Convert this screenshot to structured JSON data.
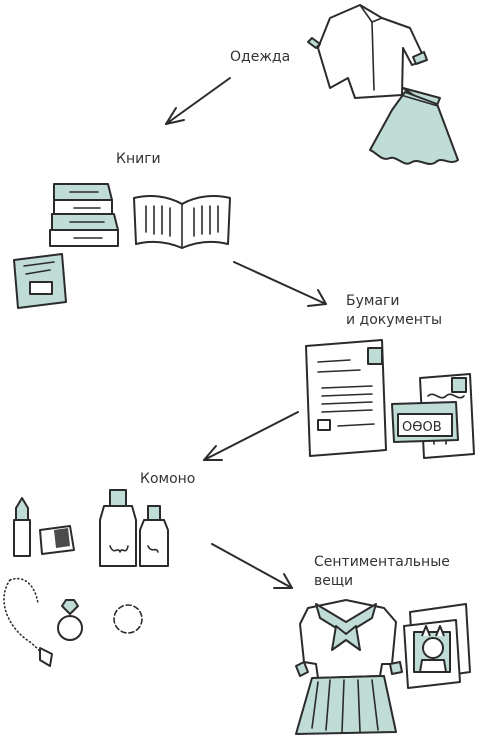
{
  "labels": {
    "clothes": "Одежда",
    "books": "Книги",
    "papers_line1": "Бумаги",
    "papers_line2": "и документы",
    "komono": "Комоно",
    "sentimental_line1": "Сентиментальные",
    "sentimental_line2": "вещи"
  },
  "colors": {
    "accent": "#bfdcd7",
    "ink": "#2b2b2b",
    "background": "#ffffff"
  },
  "icons": {
    "clothes": [
      "shirt-icon",
      "skirt-icon"
    ],
    "books": [
      "book-stack-icon",
      "open-book-icon",
      "magazine-icon"
    ],
    "papers": [
      "document-icon",
      "letter-icon",
      "card-icon"
    ],
    "komono": [
      "lipstick-icon",
      "compact-icon",
      "bottle-icon",
      "necklace-icon",
      "ring-icon",
      "bracelet-icon"
    ],
    "sentimental": [
      "school-uniform-icon",
      "framed-photo-icon"
    ]
  }
}
